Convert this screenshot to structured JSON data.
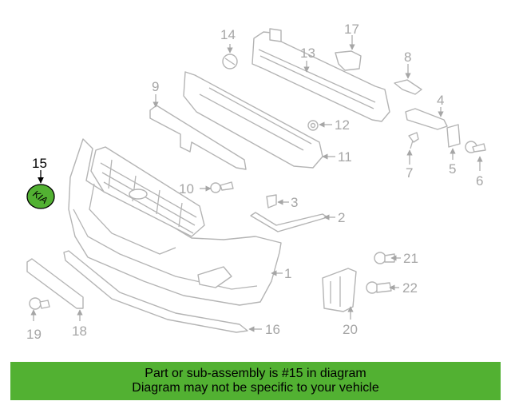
{
  "callouts": {
    "n1": "1",
    "n2": "2",
    "n3": "3",
    "n4": "4",
    "n5": "5",
    "n6": "6",
    "n7": "7",
    "n8": "8",
    "n9": "9",
    "n10": "10",
    "n11": "11",
    "n12": "12",
    "n13": "13",
    "n14": "14",
    "n15": "15",
    "n16": "16",
    "n17": "17",
    "n18": "18",
    "n19": "19",
    "n20": "20",
    "n21": "21",
    "n22": "22"
  },
  "emblem": {
    "text": "KIA",
    "fill_color": "#52b132",
    "highlighted_part": "15"
  },
  "banner": {
    "line1": "Part or sub-assembly is #15 in diagram",
    "line2": "Diagram may not be specific to your vehicle",
    "color": "#52b132"
  }
}
